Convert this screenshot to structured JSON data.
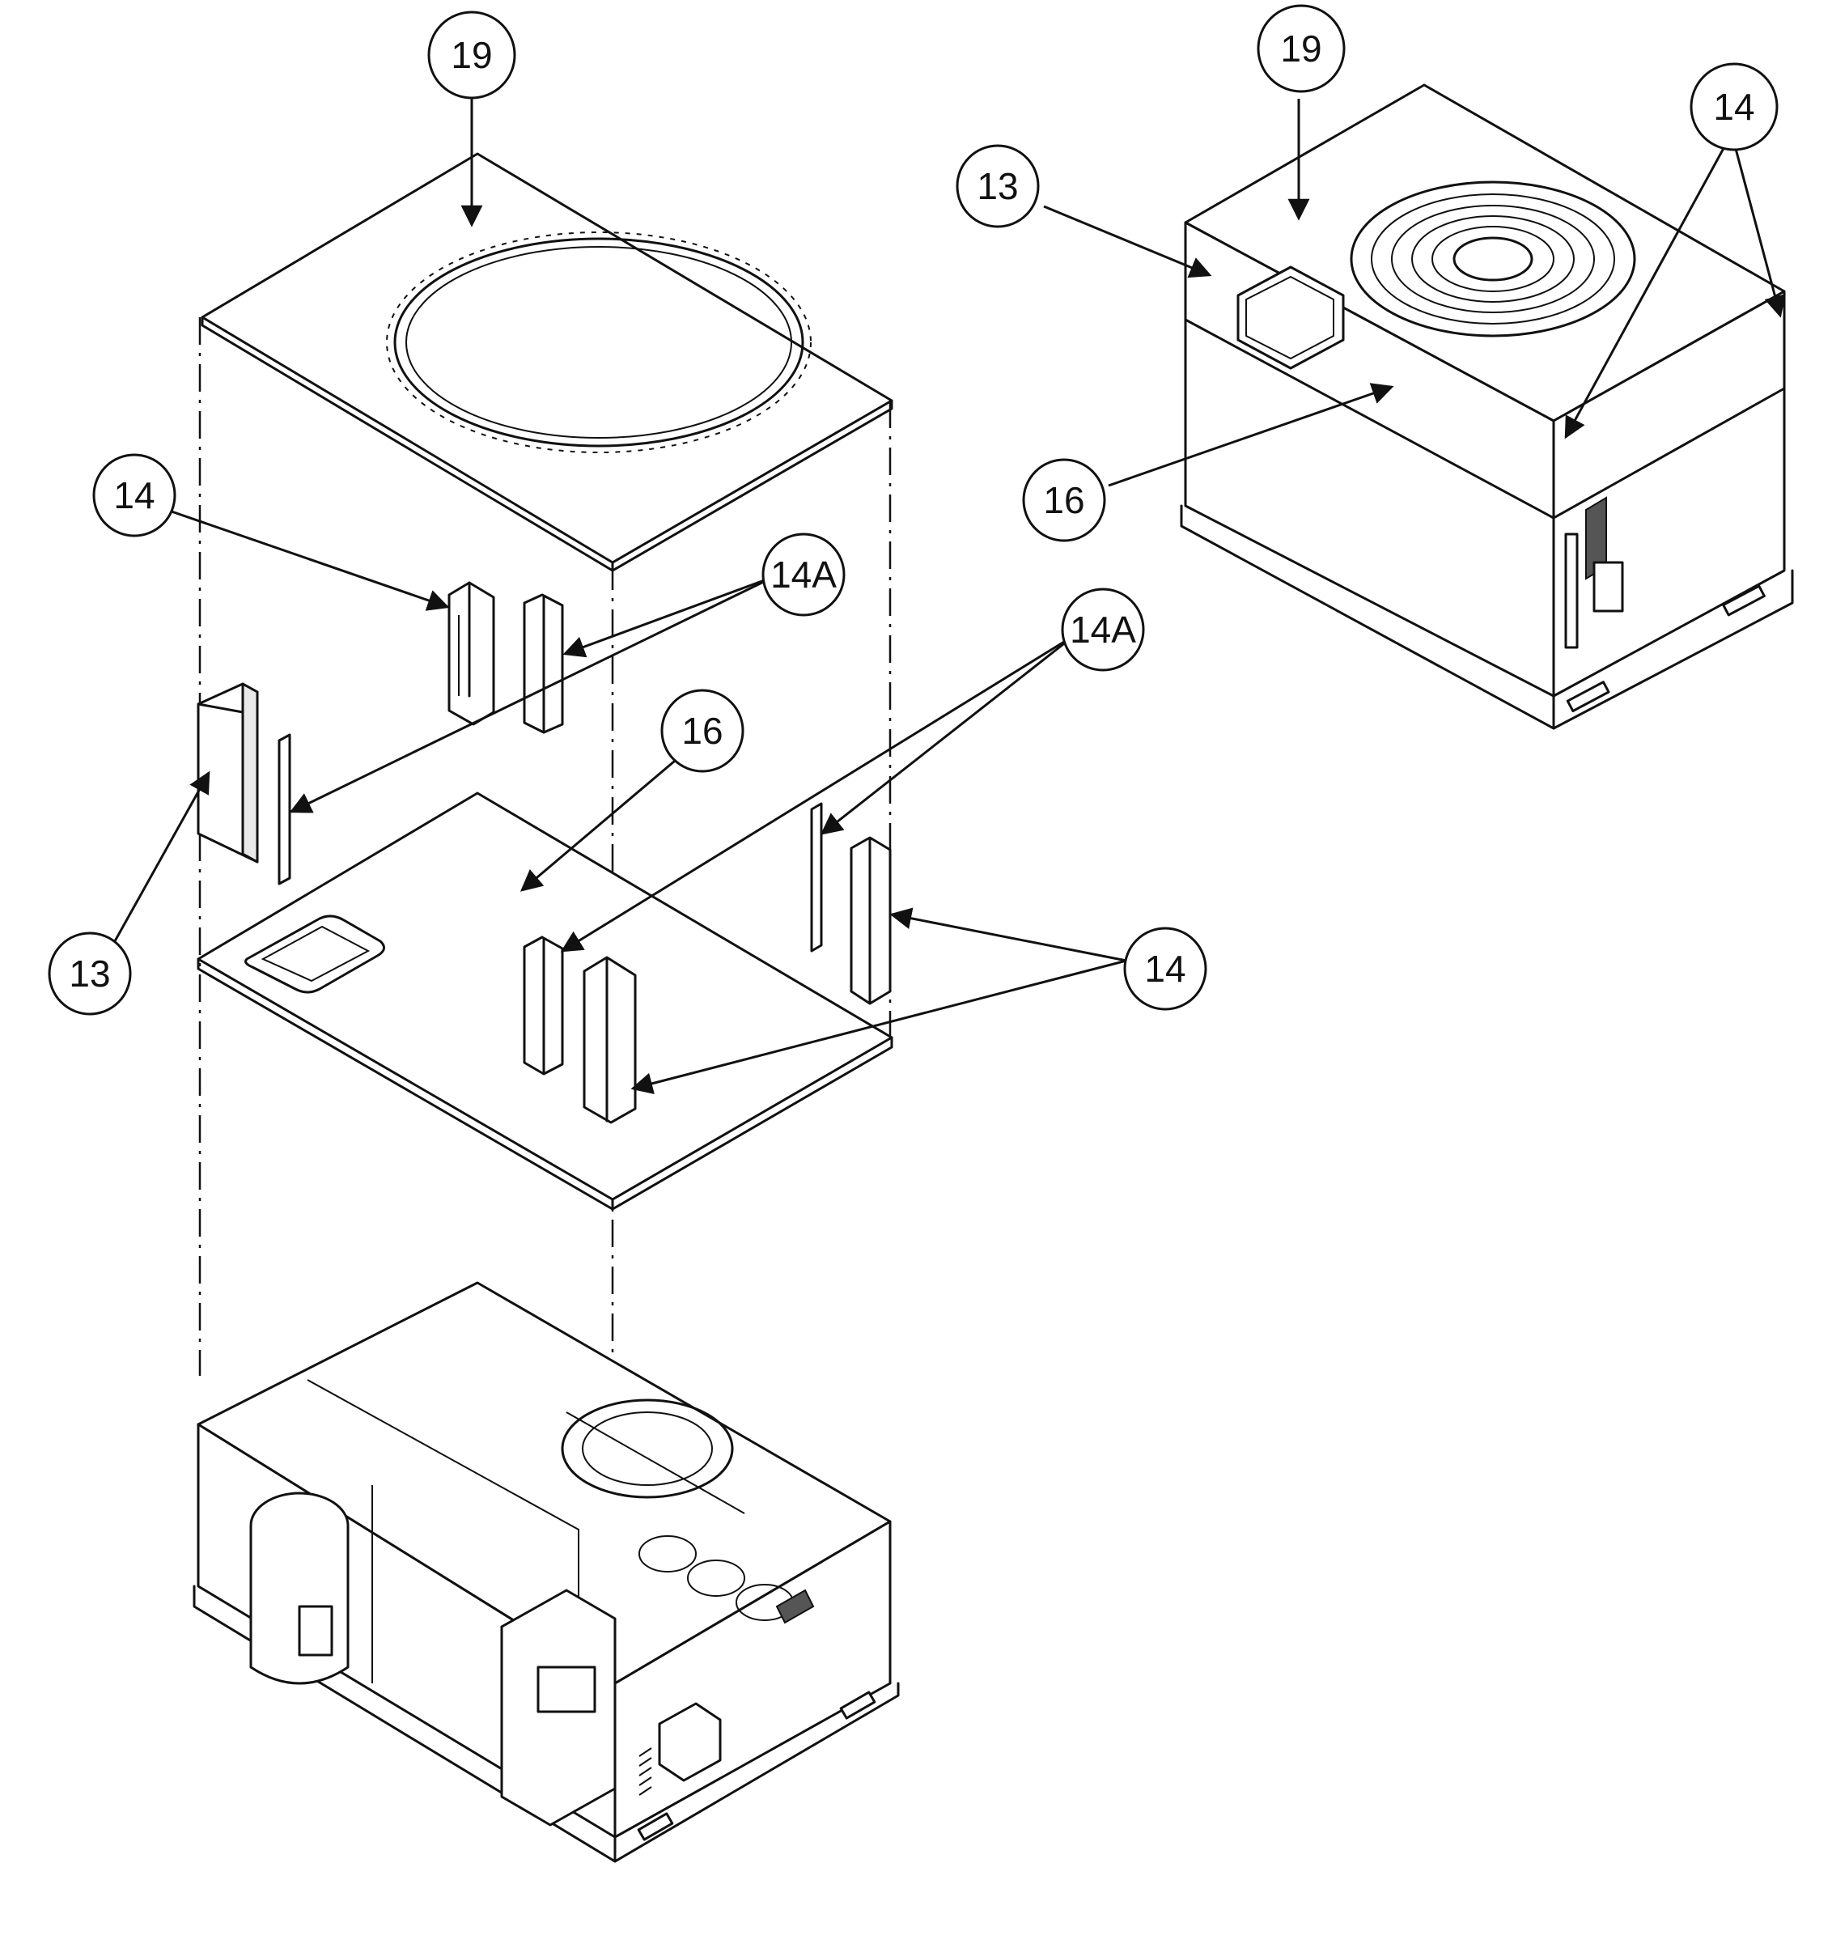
{
  "callouts": {
    "c19_left": "19",
    "c19_right": "19",
    "c13_left": "13",
    "c13_right": "13",
    "c14_left_top": "14",
    "c14_right_top": "14",
    "c14_mid_right": "14",
    "c14a_left": "14A",
    "c14a_mid": "14A",
    "c16_left": "16",
    "c16_right": "16"
  }
}
